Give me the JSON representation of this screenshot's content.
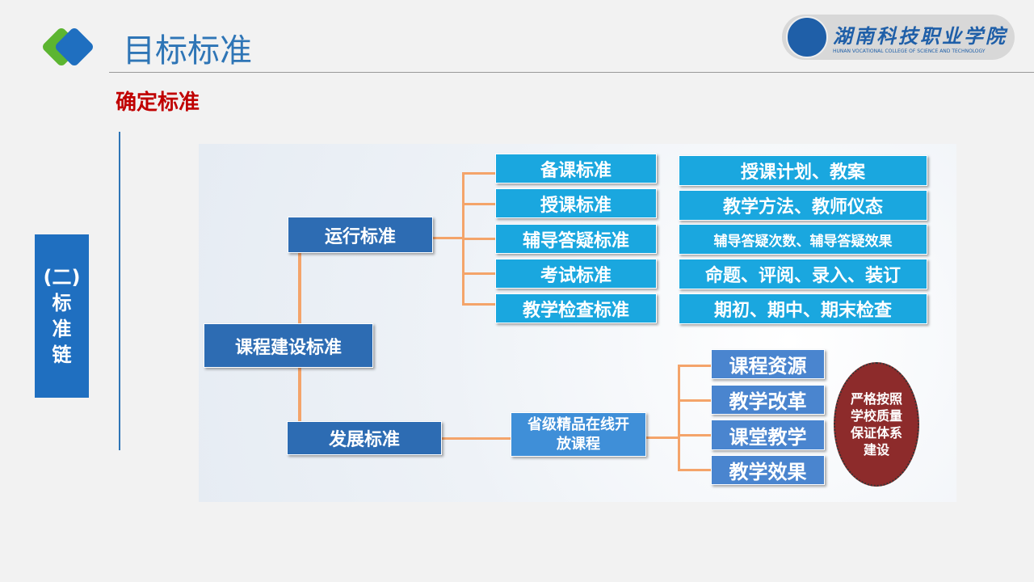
{
  "header": {
    "title": "目标标准",
    "subtitle": "确定标准",
    "logo_text": "湖南科技职业学院",
    "logo_subtext": "HUNAN VOCATIONAL COLLEGE OF SCIENCE AND TECHNOLOGY"
  },
  "sidebar": {
    "label_1": "(二)",
    "label_2": "标",
    "label_3": "准",
    "label_4": "链"
  },
  "diagram": {
    "root": "课程建设标准",
    "run": "运行标准",
    "dev": "发展标准",
    "run_items": [
      "备课标准",
      "授课标准",
      "辅导答疑标准",
      "考试标准",
      "教学检查标准"
    ],
    "run_details": [
      "授课计划、教案",
      "教学方法、教师仪态",
      "辅导答疑次数、辅导答疑效果",
      "命题、评阅、录入、装订",
      "期初、期中、期末检查"
    ],
    "course": "省级精品在线开放课程",
    "dev_items": [
      "课程资源",
      "教学改革",
      "课堂教学",
      "教学效果"
    ],
    "note": "严格按照学校质量保证体系建设"
  }
}
